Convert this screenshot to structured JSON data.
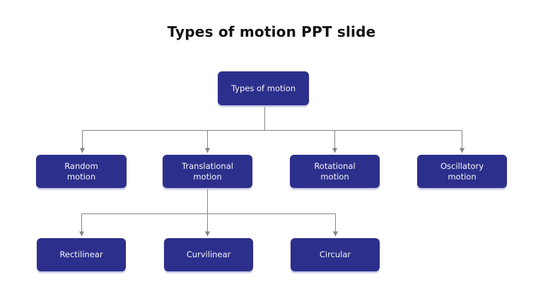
{
  "title": "Types of motion PPT slide",
  "colors": {
    "node_fill": "#2d2f8c",
    "node_text": "#f5f6fa",
    "connector": "#848484",
    "title_text": "#121212"
  },
  "tree": {
    "root": {
      "label": "Types of motion"
    },
    "level2": [
      {
        "label": "Random\nmotion"
      },
      {
        "label": "Translational\nmotion"
      },
      {
        "label": "Rotational\nmotion"
      },
      {
        "label": "Oscillatory\nmotion"
      }
    ],
    "level3": [
      {
        "label": "Rectilinear"
      },
      {
        "label": "Curvilinear"
      },
      {
        "label": "Circular"
      }
    ]
  }
}
